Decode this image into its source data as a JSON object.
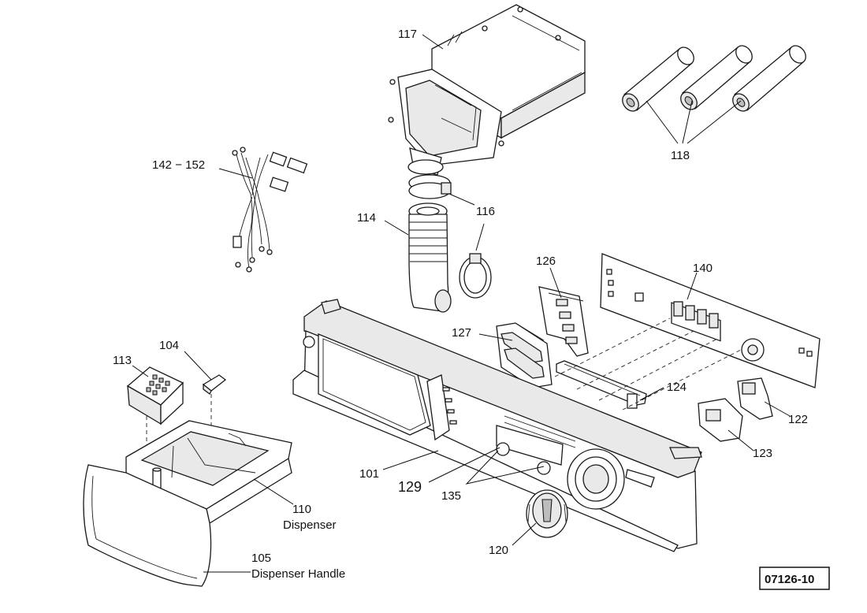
{
  "diagram": {
    "reference_id": "07126-10",
    "callouts": {
      "c117": "117",
      "c118": "118",
      "c142": "142 − 152",
      "c114": "114",
      "c116": "116",
      "c126": "126",
      "c140": "140",
      "c127": "127",
      "c104": "104",
      "c113": "113",
      "c124": "124",
      "c122": "122",
      "c123": "123",
      "c101": "101",
      "c129": "129",
      "c135": "135",
      "c110": "110",
      "c110_desc": "Dispenser",
      "c105": "105",
      "c105_desc": "Dispenser Handle",
      "c120": "120"
    }
  }
}
